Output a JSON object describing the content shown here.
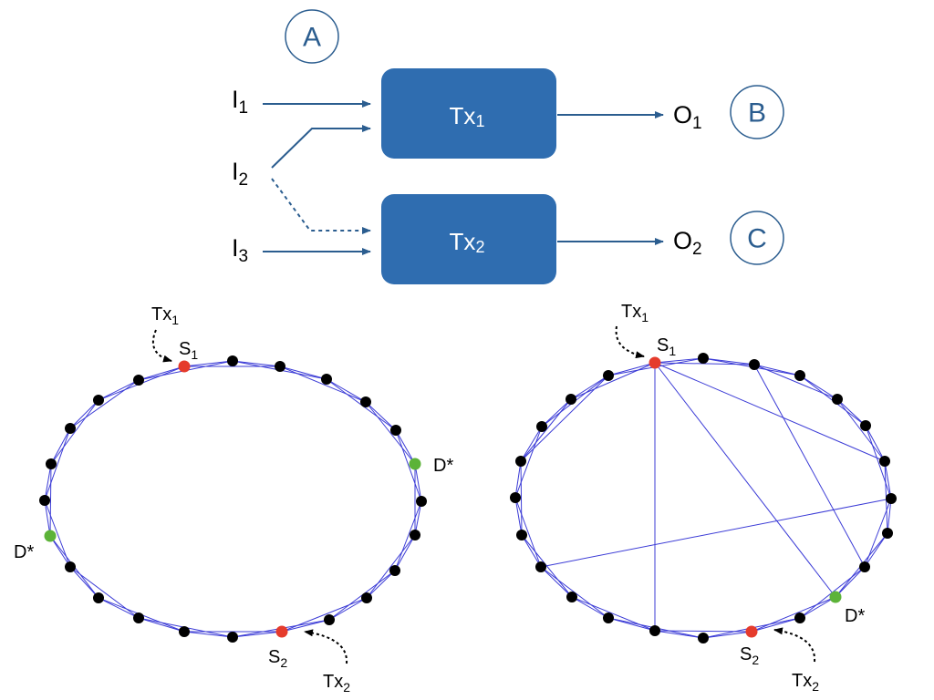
{
  "panels": {
    "a": "A",
    "b": "B",
    "c": "C"
  },
  "blocks": {
    "tx1": {
      "base": "Tx",
      "sub": "1"
    },
    "tx2": {
      "base": "Tx",
      "sub": "2"
    }
  },
  "inputs": [
    {
      "base": "I",
      "sub": "1"
    },
    {
      "base": "I",
      "sub": "2"
    },
    {
      "base": "I",
      "sub": "3"
    }
  ],
  "outputs": [
    {
      "base": "O",
      "sub": "1"
    },
    {
      "base": "O",
      "sub": "2"
    }
  ],
  "graphs": {
    "left": {
      "sources": [
        {
          "base": "S",
          "sub": "1"
        },
        {
          "base": "S",
          "sub": "2"
        }
      ],
      "annotations": [
        {
          "base": "Tx",
          "sub": "1"
        },
        {
          "base": "Tx",
          "sub": "2"
        }
      ],
      "destinations": [
        "D*",
        "D*"
      ]
    },
    "right": {
      "sources": [
        {
          "base": "S",
          "sub": "1"
        },
        {
          "base": "S",
          "sub": "2"
        }
      ],
      "annotations": [
        {
          "base": "Tx",
          "sub": "1"
        },
        {
          "base": "Tx",
          "sub": "2"
        }
      ],
      "destinations": [
        "D*"
      ]
    }
  },
  "colors": {
    "node": "#000000",
    "source": "#e53b2c",
    "destination": "#5cb338",
    "edge": "#3b3bd6",
    "block": "#2f6db0",
    "panel": "#2b5d8f"
  }
}
